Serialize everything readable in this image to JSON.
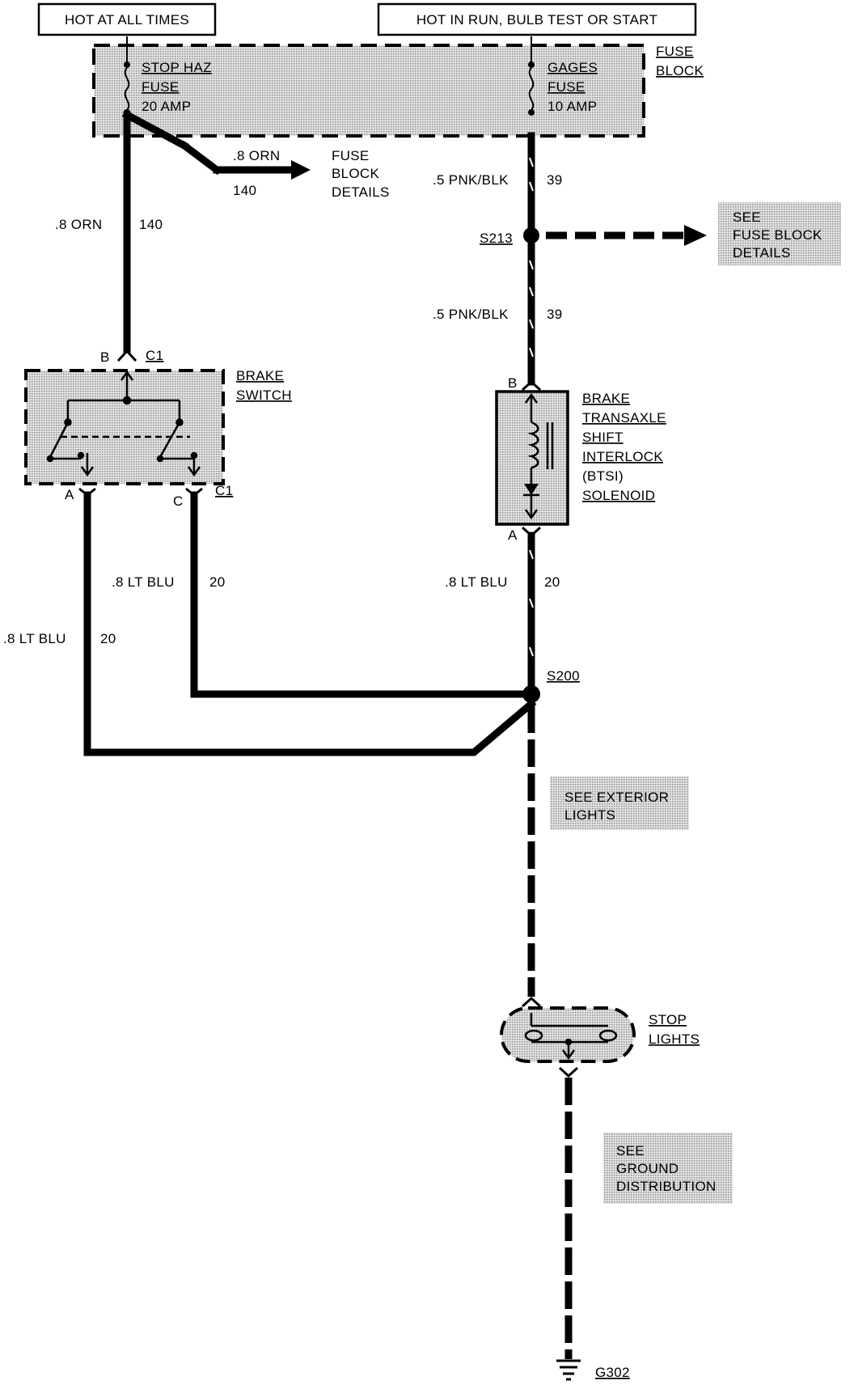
{
  "power": {
    "hot_all_times": "HOT AT ALL TIMES",
    "hot_run": "HOT IN RUN, BULB TEST OR START"
  },
  "fuse_block": {
    "label": [
      "FUSE",
      "BLOCK"
    ],
    "stop_haz_fuse": [
      "STOP HAZ",
      "FUSE",
      "20 AMP"
    ],
    "gages_fuse": [
      "GAGES",
      "FUSE",
      "10 AMP"
    ]
  },
  "left_branch": {
    "wire_size": ".8 ORN",
    "circuit": "140",
    "branch_wire_size": ".8 ORN",
    "branch_circuit": "140",
    "branch_ref": [
      "FUSE",
      "BLOCK",
      "DETAILS"
    ]
  },
  "right_top": {
    "wire1_size": ".5 PNK/BLK",
    "wire1_circuit": "39",
    "splice": "S213",
    "splice_ref": [
      "SEE",
      "FUSE BLOCK",
      "DETAILS"
    ],
    "wire2_size": ".5 PNK/BLK",
    "wire2_circuit": "39"
  },
  "brake_switch": {
    "label": [
      "BRAKE",
      "SWITCH"
    ],
    "pin_b": "B",
    "connector_top": "C1",
    "pin_a": "A",
    "pin_c": "C",
    "connector_bottom": "C1"
  },
  "btsi": {
    "pin_b": "B",
    "pin_a": "A",
    "label": [
      "BRAKE",
      "TRANSAXLE",
      "SHIFT",
      "INTERLOCK",
      "(BTSI)",
      "SOLENOID"
    ]
  },
  "lower_wires": {
    "btsi_out_size": ".8 LT BLU",
    "btsi_out_circuit": "20",
    "c_out_size": ".8 LT BLU",
    "c_out_circuit": "20",
    "a_out_size": ".8 LT BLU",
    "a_out_circuit": "20",
    "splice": "S200",
    "exterior_ref": [
      "SEE EXTERIOR",
      "LIGHTS"
    ]
  },
  "stop_lights": {
    "label": [
      "STOP",
      "LIGHTS"
    ],
    "ground_ref": [
      "SEE",
      "GROUND",
      "DISTRIBUTION"
    ],
    "ground": "G302"
  },
  "colors": {
    "ink": "#000000",
    "shade": "#c8c8c8",
    "paper": "#ffffff"
  }
}
